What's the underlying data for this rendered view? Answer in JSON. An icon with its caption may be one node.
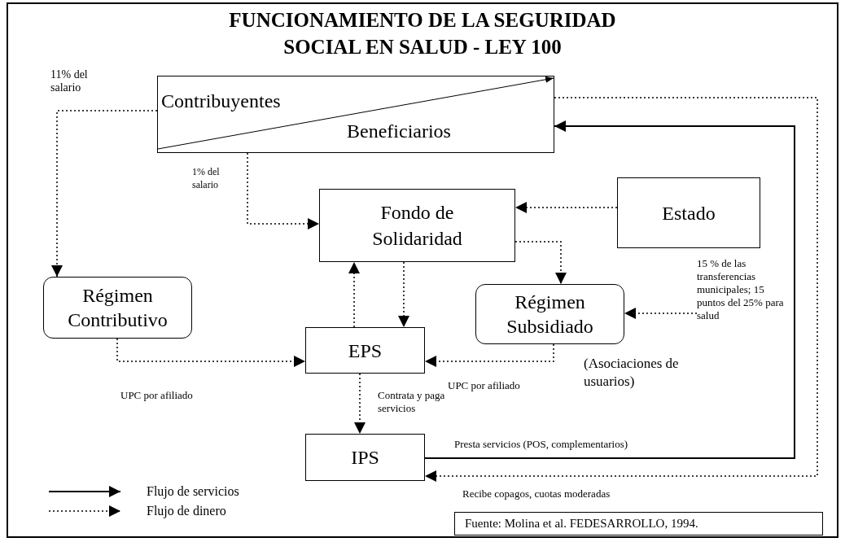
{
  "diagram": {
    "title": "FUNCIONAMIENTO DE LA SEGURIDAD SOCIAL EN SALUD - LEY 100",
    "nodes": [
      {
        "text": [
          "Contribuyentes",
          "Beneficiarios"
        ]
      },
      {
        "text": [
          "Fondo de Solidaridad"
        ]
      },
      {
        "text": [
          "Estado"
        ]
      },
      {
        "text": [
          "Régimen Contributivo"
        ]
      },
      {
        "text": [
          "Régimen Subsidiado"
        ],
        "beside": [
          "(Asociaciones de usuarios)"
        ]
      },
      {
        "text": [
          "EPS"
        ]
      },
      {
        "text": [
          "IPS"
        ]
      },
      {
        "text": [
          "Fuente: Molina et al. FEDESARROLLO, 1994."
        ]
      },
      {
        "text": [
          "15 % de las transferencias municipales; 15 puntos del 25% para salud"
        ]
      }
    ],
    "edges": [
      {
        "from": 0,
        "to": 3,
        "arrow": "to",
        "style": "dashed",
        "label": "11% del salario"
      },
      {
        "from": 0,
        "to": 1,
        "arrow": "to",
        "style": "dashed",
        "label": "1% del salario"
      },
      {
        "from": 2,
        "to": 1,
        "arrow": "to",
        "style": "dashed"
      },
      {
        "from": 1,
        "to": 4,
        "arrow": "to",
        "style": "dashed"
      },
      {
        "from": 5,
        "to": 1,
        "arrow": "to",
        "style": "dashed"
      },
      {
        "from": 1,
        "to": 5,
        "arrow": "to",
        "style": "dashed"
      },
      {
        "from": 3,
        "to": 5,
        "arrow": "to",
        "style": "dashed",
        "label": "UPC por afiliado"
      },
      {
        "from": 4,
        "to": 5,
        "arrow": "to",
        "style": "dashed",
        "label": "UPC por afiliado"
      },
      {
        "from": 5,
        "to": 6,
        "arrow": "to",
        "style": "dashed",
        "label": "Contrata y paga servicios"
      },
      {
        "from": 8,
        "to": 4,
        "arrow": "to",
        "style": "dashed"
      },
      {
        "from": 6,
        "to": 0,
        "arrow": "to",
        "label": "Presta servicios (POS, complementarios)"
      },
      {
        "from": 0,
        "to": 6,
        "arrow": "to",
        "style": "dashed",
        "label": "Recibe copagos, cuotas moderadas"
      }
    ],
    "legend": [
      {
        "text": "Flujo de servicios"
      },
      {
        "text": "Flujo de dinero"
      }
    ]
  }
}
